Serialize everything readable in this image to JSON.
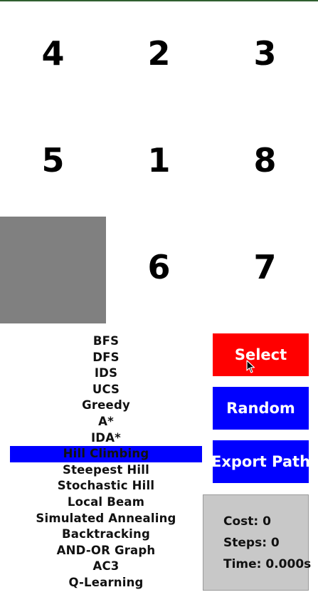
{
  "board": {
    "tiles": [
      "4",
      "2",
      "3",
      "5",
      "1",
      "8",
      "",
      "6",
      "7"
    ]
  },
  "algorithms": {
    "items": [
      "BFS",
      "DFS",
      "IDS",
      "UCS",
      "Greedy",
      "A*",
      "IDA*",
      "Hill Climbing",
      "Steepest Hill",
      "Stochastic Hill",
      "Local Beam",
      "Simulated Annealing",
      "Backtracking",
      "AND-OR Graph",
      "AC3",
      "Q-Learning"
    ],
    "selected": "Hill Climbing"
  },
  "buttons": {
    "select_label": "Select",
    "random_label": "Random",
    "export_label": "Export Path"
  },
  "stats": {
    "cost": "Cost: 0",
    "steps": "Steps: 0",
    "time": "Time: 0.000s"
  },
  "colors": {
    "blank_tile": "#808080",
    "select_button": "#ff0000",
    "action_button": "#0000ff",
    "highlight": "#0000ff",
    "stats_panel": "#c8c8c8"
  }
}
